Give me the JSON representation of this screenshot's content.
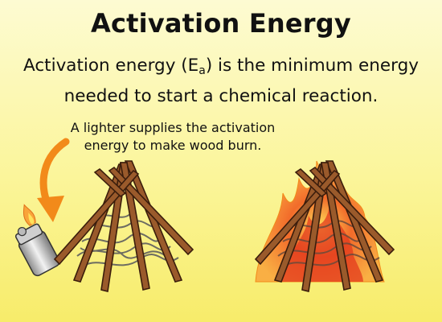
{
  "title": "Activation Energy",
  "definition": {
    "prefix": "Activation energy (E",
    "subscript": "a",
    "suffix": ") is the minimum energy",
    "line2": "needed to start a chemical reaction."
  },
  "caption": {
    "line1": "A lighter supplies the activation",
    "line2": "energy to make wood burn."
  },
  "colors": {
    "background": "#fbf59a",
    "wood": "#9a5a2b",
    "wood_outline": "#3b1d0c",
    "arrow": "#f28a1a",
    "flame_outer": "#f9a43a",
    "flame_inner": "#e33a1e",
    "kindling": "#6d6d6d"
  },
  "icons": [
    "curved-arrow-icon",
    "lighter-icon",
    "unlit-campfire-icon",
    "burning-campfire-icon"
  ]
}
